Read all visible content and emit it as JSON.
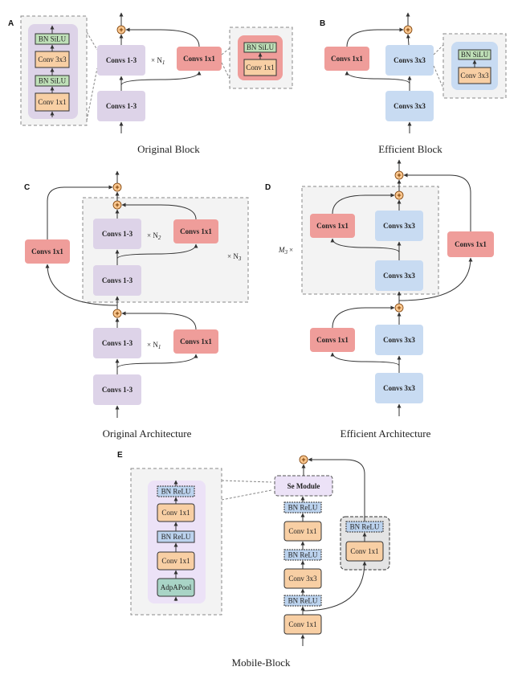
{
  "panels": {
    "a": "A",
    "b": "B",
    "c": "C",
    "d": "D",
    "e": "E"
  },
  "captions": {
    "original_block": "Original Block",
    "efficient_block": "Efficient Block",
    "original_architecture": "Original Architecture",
    "efficient_architecture": "Efficient Architecture",
    "mobile_block": "Mobile-Block"
  },
  "labels": {
    "convs13": "Convs 1-3",
    "convs1x1": "Convs 1x1",
    "convs3x3": "Convs 3x3",
    "bn_silu": "BN SiLU",
    "conv3x3": "Conv 3x3",
    "conv1x1": "Conv 1x1",
    "bn_relu": "BN ReLU",
    "se_module": "Se Module",
    "adpapool": "AdpAPool",
    "plus": "+"
  },
  "multipliers": {
    "n1": "× N",
    "n1_sub": "1",
    "n2": "× N",
    "n2_sub": "2",
    "n3": "× N",
    "n3_sub": "3",
    "m3": "M",
    "m3_sub": "3",
    "m3_x": "×"
  },
  "colors": {
    "purple": "#ddd3e8",
    "pink": "#ef9d9a",
    "blue": "#c8dbf2",
    "orange": "#f8cfa4",
    "green": "#bfe0b8",
    "teal": "#a9d4c6",
    "bnrelu": "#bcd3ee",
    "se": "#ece2f7",
    "plus_fill": "#fbc890"
  }
}
